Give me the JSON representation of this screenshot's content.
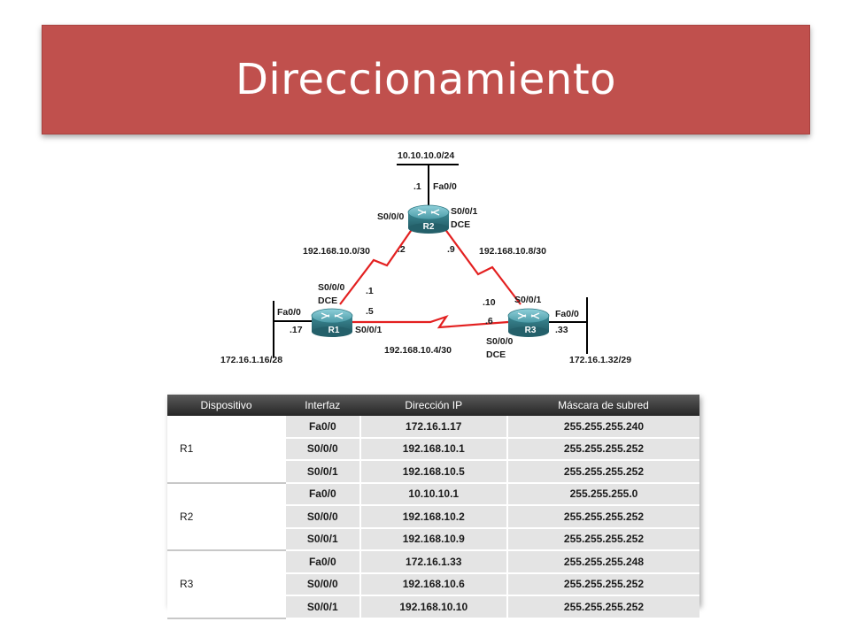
{
  "title": "Direccionamiento",
  "topology": {
    "routers": {
      "r1": "R1",
      "r2": "R2",
      "r3": "R3"
    },
    "labels": {
      "lan_r2": "10.10.10.0/24",
      "r2_fa_host": ".1",
      "r2_fa": "Fa0/0",
      "r2_s000": "S0/0/0",
      "r2_s001": "S0/0/1",
      "r2_dce": "DCE",
      "link_r1r2": "192.168.10.0/30",
      "r2_left_host": ".2",
      "r2_right_host": ".9",
      "link_r2r3": "192.168.10.8/30",
      "r1_s000": "S0/0/0",
      "r1_dce": "DCE",
      "r1_s000_host": ".1",
      "r1_s001_host": ".5",
      "r1_fa": "Fa0/0",
      "r1_fa_host": ".17",
      "r1_s001": "S0/0/1",
      "lan_r1": "172.16.1.16/28",
      "link_r1r3": "192.168.10.4/30",
      "r3_s001": "S0/0/1",
      "r3_s001_host": ".10",
      "r3_s000_host": ".6",
      "r3_fa": "Fa0/0",
      "r3_fa_host": ".33",
      "r3_s000": "S0/0/0",
      "r3_dce": "DCE",
      "lan_r3": "172.16.1.32/29"
    }
  },
  "table": {
    "headers": [
      "Dispositivo",
      "Interfaz",
      "Dirección IP",
      "Máscara de subred"
    ],
    "groups": [
      {
        "device": "R1",
        "rows": [
          [
            "Fa0/0",
            "172.16.1.17",
            "255.255.255.240"
          ],
          [
            "S0/0/0",
            "192.168.10.1",
            "255.255.255.252"
          ],
          [
            "S0/0/1",
            "192.168.10.5",
            "255.255.255.252"
          ]
        ]
      },
      {
        "device": "R2",
        "rows": [
          [
            "Fa0/0",
            "10.10.10.1",
            "255.255.255.0"
          ],
          [
            "S0/0/0",
            "192.168.10.2",
            "255.255.255.252"
          ],
          [
            "S0/0/1",
            "192.168.10.9",
            "255.255.255.252"
          ]
        ]
      },
      {
        "device": "R3",
        "rows": [
          [
            "Fa0/0",
            "172.16.1.33",
            "255.255.255.248"
          ],
          [
            "S0/0/0",
            "192.168.10.6",
            "255.255.255.252"
          ],
          [
            "S0/0/1",
            "192.168.10.10",
            "255.255.255.252"
          ]
        ]
      }
    ]
  },
  "colors": {
    "banner": "#c0504d",
    "serial_link": "#e32020",
    "router_body": "#3f8f9a",
    "table_header": "#3a3a3a",
    "table_cell": "#e4e4e4"
  }
}
